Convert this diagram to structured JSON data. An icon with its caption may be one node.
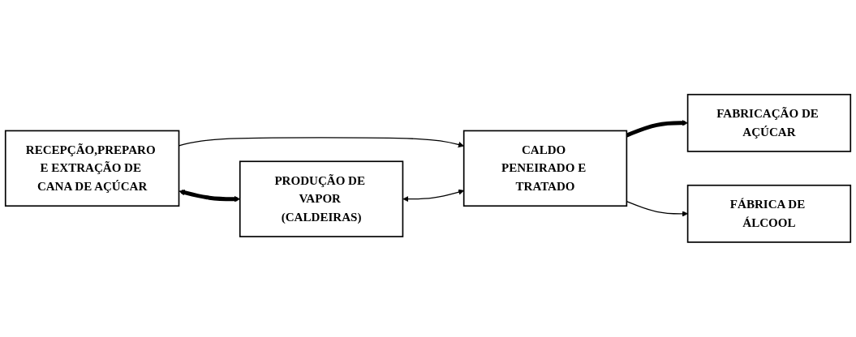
{
  "diagram": {
    "nodes": [
      {
        "text": [
          "RECEPÇÃO,PREPARO E EXTRAÇÃO DE CANA DE AÇÚCAR"
        ]
      },
      {
        "text": [
          "CALDO PENEIRADO E TRATADO"
        ]
      },
      {
        "text": [
          "FABRICAÇÃO DE AÇÚCAR"
        ]
      },
      {
        "text": [
          "FÁBRICA DE ÁLCOOL"
        ]
      },
      {
        "text": [
          "PRODUÇÃO DE VAPOR (CALDEIRAS)"
        ]
      }
    ],
    "edges": [
      {
        "from": 0,
        "to": 1,
        "arrow": "to"
      },
      {
        "from": 1,
        "to": 2,
        "arrow": "to",
        "style": "thick"
      },
      {
        "from": 1,
        "to": 3,
        "arrow": "to"
      },
      {
        "from": 0,
        "to": 4,
        "arrow": "both",
        "style": "thick"
      },
      {
        "from": 4,
        "to": 1,
        "arrow": "both"
      }
    ]
  }
}
